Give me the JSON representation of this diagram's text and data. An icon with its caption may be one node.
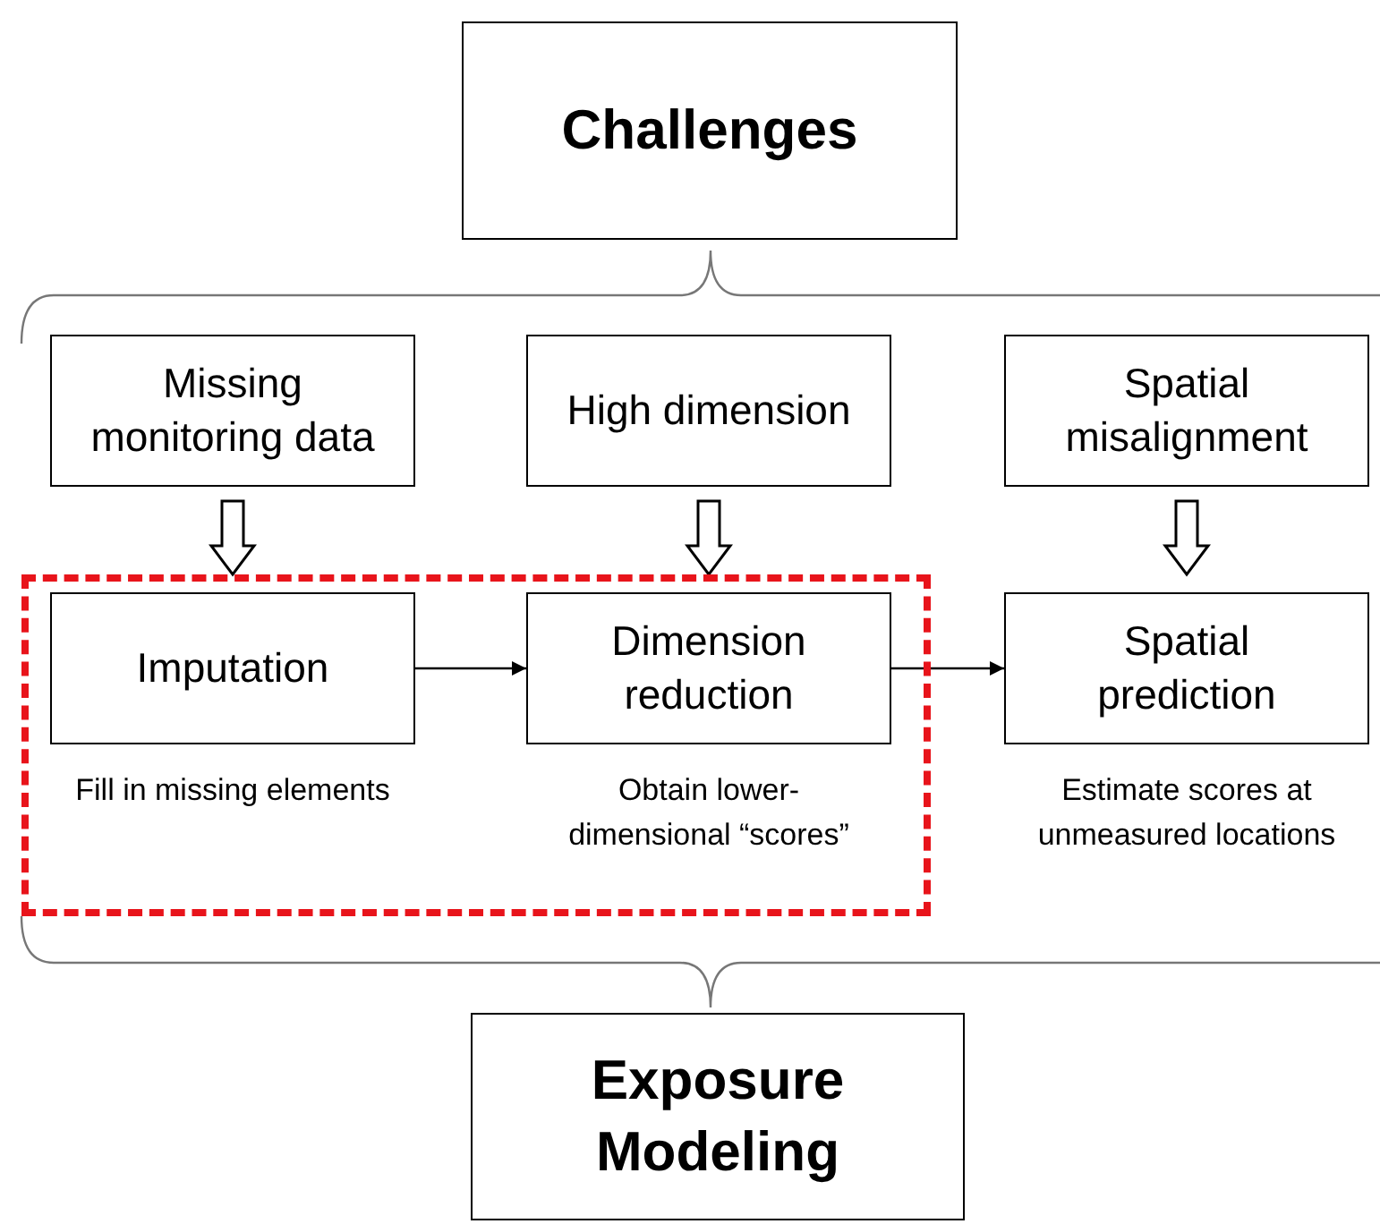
{
  "diagram": {
    "nodes": [
      {
        "text": [
          "Challenges"
        ]
      },
      {
        "text": [
          "Missing monitoring data"
        ]
      },
      {
        "text": [
          "High dimension"
        ]
      },
      {
        "text": [
          "Spatial misalignment"
        ]
      },
      {
        "text": [],
        "shape": "box"
      },
      {
        "text": [
          "Imputation"
        ],
        "in": 4,
        "beside": [
          "Fill in missing elements"
        ]
      },
      {
        "text": [
          "Dimension reduction"
        ],
        "in": 4,
        "beside": [
          "Obtain lower-dimensional “scores”"
        ]
      },
      {
        "text": [
          "Spatial prediction"
        ],
        "beside": [
          "Estimate scores at unmeasured locations"
        ]
      },
      {
        "text": [
          "Exposure Modeling"
        ]
      }
    ],
    "edges": [
      {
        "from": 1,
        "to": 5,
        "arrow": "to",
        "style": "thick"
      },
      {
        "from": 2,
        "to": 6,
        "arrow": "to",
        "style": "thick"
      },
      {
        "from": 3,
        "to": 7,
        "arrow": "to",
        "style": "thick"
      },
      {
        "from": 5,
        "to": 6,
        "arrow": "to"
      },
      {
        "from": 6,
        "to": 7,
        "arrow": "to"
      }
    ]
  }
}
